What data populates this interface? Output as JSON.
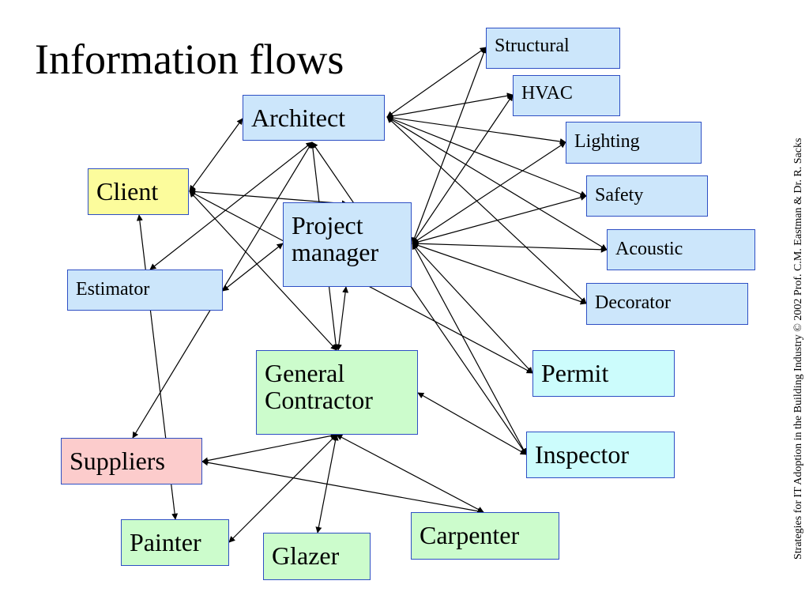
{
  "title": "Information flows",
  "side_note": "Strategies for IT Adoption in the Building Industry © 2002 Prof. C.M. Eastman  & Dr. R. Sacks",
  "nodes": {
    "structural": "Structural",
    "hvac": "HVAC",
    "lighting": "Lighting",
    "safety": "Safety",
    "acoustic": "Acoustic",
    "decorator": "Decorator",
    "architect": "Architect",
    "client": "Client",
    "project_manager": "Project manager",
    "estimator": "Estimator",
    "general_contractor": "General Contractor",
    "permit": "Permit",
    "inspector": "Inspector",
    "suppliers": "Suppliers",
    "painter": "Painter",
    "glazer": "Glazer",
    "carpenter": "Carpenter"
  },
  "colors": {
    "consultant": "#cce6fb",
    "authority": "#ccfcfc",
    "contractor": "#ccfccc",
    "client": "#fcfc9c",
    "suppliers": "#fccccc",
    "border": "#2e4fc4"
  },
  "edges": [
    [
      "architect",
      "structural"
    ],
    [
      "architect",
      "hvac"
    ],
    [
      "architect",
      "lighting"
    ],
    [
      "architect",
      "safety"
    ],
    [
      "architect",
      "acoustic"
    ],
    [
      "architect",
      "decorator"
    ],
    [
      "project_manager",
      "structural"
    ],
    [
      "project_manager",
      "hvac"
    ],
    [
      "project_manager",
      "lighting"
    ],
    [
      "project_manager",
      "safety"
    ],
    [
      "project_manager",
      "acoustic"
    ],
    [
      "project_manager",
      "decorator"
    ],
    [
      "project_manager",
      "permit"
    ],
    [
      "project_manager",
      "inspector"
    ],
    [
      "client",
      "architect"
    ],
    [
      "client",
      "project_manager"
    ],
    [
      "client",
      "general_contractor"
    ],
    [
      "client",
      "permit"
    ],
    [
      "client",
      "painter"
    ],
    [
      "architect",
      "estimator"
    ],
    [
      "architect",
      "general_contractor"
    ],
    [
      "architect",
      "suppliers"
    ],
    [
      "architect",
      "inspector"
    ],
    [
      "estimator",
      "project_manager"
    ],
    [
      "project_manager",
      "general_contractor"
    ],
    [
      "general_contractor",
      "inspector"
    ],
    [
      "general_contractor",
      "suppliers"
    ],
    [
      "general_contractor",
      "painter"
    ],
    [
      "general_contractor",
      "glazer"
    ],
    [
      "general_contractor",
      "carpenter"
    ],
    [
      "suppliers",
      "carpenter"
    ]
  ]
}
